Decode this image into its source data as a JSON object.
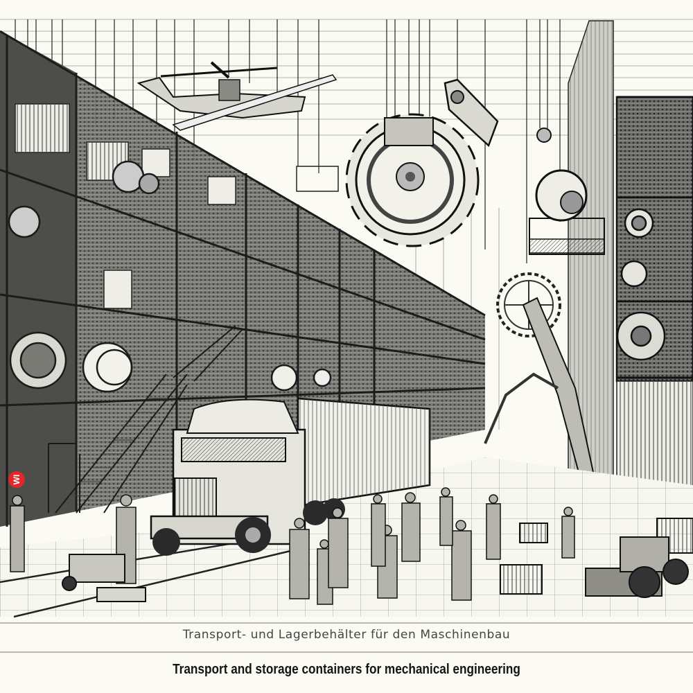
{
  "illustration": {
    "subject": "Industrial warehouse sketch: multi-level storage racks with machinery, hanging gears, helicopter, semi-truck with container trailer, workers in hard hats",
    "style": "pencil sketch line art",
    "elements": [
      "storage-racks-left",
      "storage-racks-right",
      "hanging-gear",
      "helicopter",
      "semi-truck",
      "container-trailer",
      "workers",
      "staircases",
      "crane-arm",
      "crates",
      "forklift-cart"
    ]
  },
  "badge": {
    "text": "WI",
    "color": "#e3262a"
  },
  "caption": {
    "german": "Transport- und Lagerbehälter für den Maschinenbau",
    "english": "Transport and storage containers for mechanical engineering"
  },
  "colors": {
    "background": "#fbfbf3",
    "ink": "#1a1a1a",
    "rule": "#b9b9b0",
    "accent": "#e3262a"
  }
}
